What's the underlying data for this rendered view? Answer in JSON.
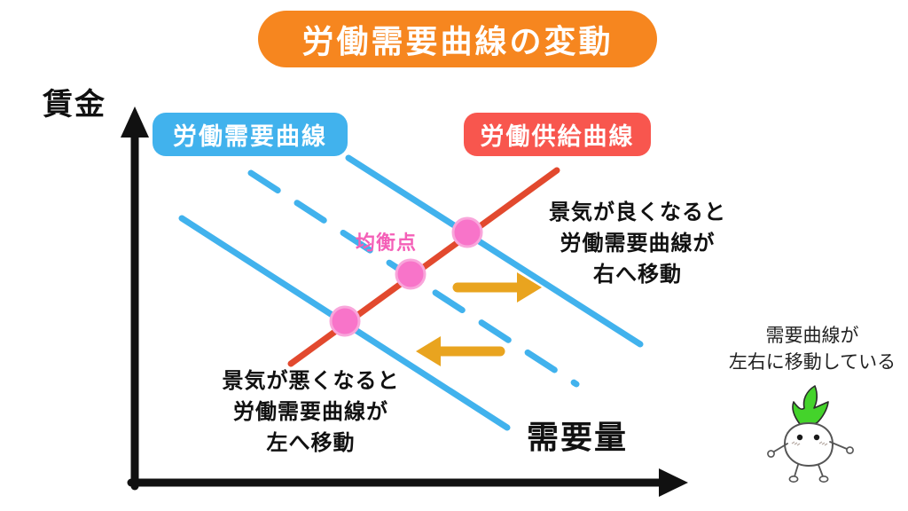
{
  "title": {
    "text": "労働需要曲線の変動"
  },
  "axes": {
    "y_label": "賃金",
    "x_label": "需要量"
  },
  "labels": {
    "demand_curve": "労働需要曲線",
    "supply_curve": "労働供給曲線",
    "equilibrium": "均衡点"
  },
  "annotations": {
    "right_shift": {
      "line1": "景気が良くなると",
      "line2": "労働需要曲線が",
      "line3": "右へ移動"
    },
    "left_shift": {
      "line1": "景気が悪くなると",
      "line2": "労働需要曲線が",
      "line3": "左へ移動"
    },
    "caption": {
      "line1": "需要曲線が",
      "line2": "左右に移動している"
    }
  },
  "colors": {
    "title_bg": "#F6861F",
    "demand_blue": "#41B2ED",
    "supply_red": "#E2492E",
    "supply_label_bg": "#F8564E",
    "equilibrium_pink": "#F45FB7",
    "point_fill": "#F874C9",
    "point_ring": "#F9A6DB",
    "arrow_orange": "#E9A41F",
    "axis_black": "#111111",
    "sprout_green": "#44D32B"
  }
}
